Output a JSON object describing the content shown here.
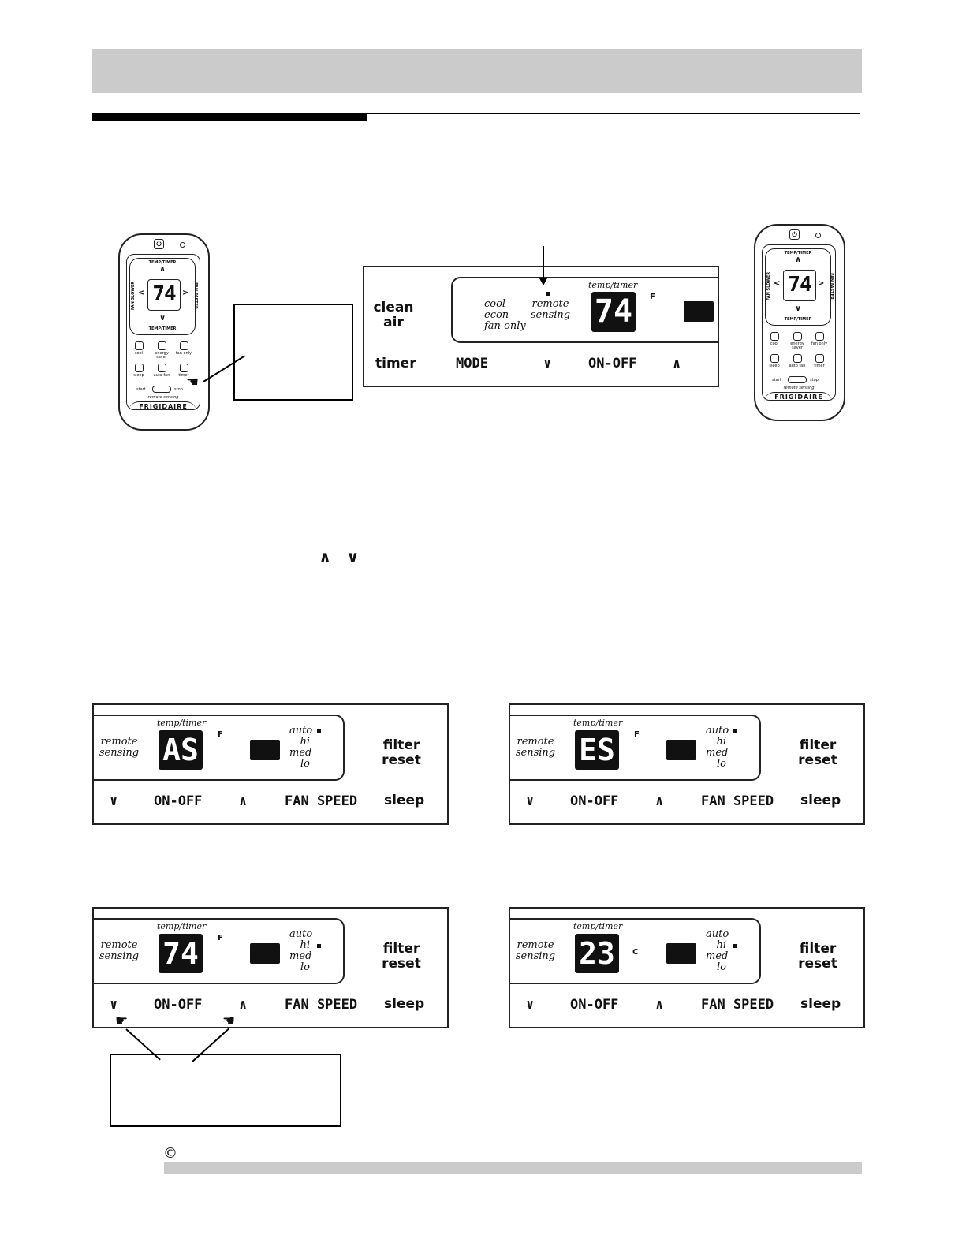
{
  "page": {
    "copyright_symbol": "©",
    "arrow_keys_glyph": "∧ ∨"
  },
  "icons": [
    "power-icon",
    "up-arrow-icon",
    "down-arrow-icon",
    "left-arrow-icon",
    "right-arrow-icon",
    "pointing-hand-icon",
    "indicator-light-icon"
  ],
  "remote": {
    "power_symbol": "⏻",
    "temp_timer_top": "TEMP/TIMER",
    "temp_timer_bottom": "TEMP/TIMER",
    "fan_slower": "FAN SLOWER",
    "fan_faster": "FAN FASTER",
    "display": "74",
    "up": "∧",
    "down": "∨",
    "left": "<",
    "right": ">",
    "buttons": [
      "cool",
      "energy saver",
      "fan only",
      "sleep",
      "auto fan",
      "timer"
    ],
    "start": "start",
    "stop": "stop",
    "remote_sensing": "remote sensing",
    "brand": "FRIGIDAIRE"
  },
  "main_panel": {
    "clean_air": "clean air",
    "modes": [
      "cool",
      "econ",
      "fan only"
    ],
    "remote_sensing": "remote sensing",
    "temp_timer": "temp/timer",
    "display": "74",
    "unit": "F",
    "buttons": {
      "timer": "timer",
      "mode": "MODE",
      "down": "∨",
      "onoff": "ON-OFF",
      "up": "∧"
    }
  },
  "small_panels": [
    {
      "remote_sensing": "remote sensing",
      "temp_timer": "temp/timer",
      "display": "AS",
      "unit": "F",
      "fan_speeds": [
        "auto",
        "hi",
        "med",
        "lo"
      ],
      "filter_reset": "filter reset",
      "down": "∨",
      "onoff": "ON-OFF",
      "up": "∧",
      "fan_speed": "FAN SPEED",
      "sleep": "sleep"
    },
    {
      "remote_sensing": "remote sensing",
      "temp_timer": "temp/timer",
      "display": "ES",
      "unit": "F",
      "fan_speeds": [
        "auto",
        "hi",
        "med",
        "lo"
      ],
      "filter_reset": "filter reset",
      "down": "∨",
      "onoff": "ON-OFF",
      "up": "∧",
      "fan_speed": "FAN SPEED",
      "sleep": "sleep"
    },
    {
      "remote_sensing": "remote sensing",
      "temp_timer": "temp/timer",
      "display": "74",
      "unit": "F",
      "fan_speeds": [
        "auto",
        "hi",
        "med",
        "lo"
      ],
      "filter_reset": "filter reset",
      "down": "∨",
      "onoff": "ON-OFF",
      "up": "∧",
      "fan_speed": "FAN SPEED",
      "sleep": "sleep"
    },
    {
      "remote_sensing": "remote sensing",
      "temp_timer": "temp/timer",
      "display": "23",
      "unit": "C",
      "fan_speeds": [
        "auto",
        "hi",
        "med",
        "lo"
      ],
      "filter_reset": "filter reset",
      "down": "∨",
      "onoff": "ON-OFF",
      "up": "∧",
      "fan_speed": "FAN SPEED",
      "sleep": "sleep"
    }
  ]
}
